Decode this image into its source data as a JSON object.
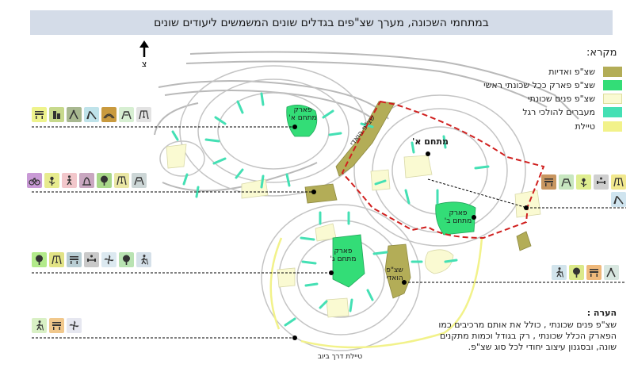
{
  "title": "במתחמי השכונה, מערך שצ\"פים בגדלים שונים המשמשים ליעודים שונים",
  "north_label": "צ",
  "legend": {
    "title": "מקרא:",
    "items": [
      {
        "label": "שצ\"פ ואדיות",
        "color": "#b3ad57"
      },
      {
        "label": "שצ\"פ פארק ככל שכונתי ראשי",
        "color": "#33dd77"
      },
      {
        "label": "שצ\"פ פנים שכונתי",
        "color": "#fafad2"
      },
      {
        "label": "מעברים להולכי רגל",
        "color": "#44e0b4"
      },
      {
        "label": "טיילת",
        "color": "#f2f28a"
      }
    ]
  },
  "map_labels": {
    "park_a": "פארק מתחם א'",
    "park_b": "פארק מתחם ב'",
    "park_c": "פארק מתחם ג'",
    "area_a": "מתחם א'",
    "wadi_1": "שצ\"פ הואדי",
    "wadi_2": "שצ\"פ הואדי",
    "promenade": "טיילת דרך ביוב"
  },
  "note": {
    "title": "הערה :",
    "text": "שצ\"פ פנים שכונתי , כולל את אותם מרכיבים כמו הפארק הכלל שכונתי , רק בגודל וכמות מתקנים שונה, ובסגנון עיצוב יחודי לכל סוג שצ\"פ."
  },
  "icon_rows": [
    {
      "name": "row-1",
      "icons": [
        {
          "kind": "bench-icon",
          "bg": "#eef38c"
        },
        {
          "kind": "building-icon",
          "bg": "#c7d98c"
        },
        {
          "kind": "sports-icon",
          "bg": "#a8b890"
        },
        {
          "kind": "slide-icon",
          "bg": "#bfe3ea"
        },
        {
          "kind": "amphitheater-icon",
          "bg": "#c99a3e"
        },
        {
          "kind": "playground-icon",
          "bg": "#d7efd2"
        },
        {
          "kind": "swing-icon",
          "bg": "#e3e3e3"
        }
      ]
    },
    {
      "name": "row-2",
      "icons": [
        {
          "kind": "bicycle-icon",
          "bg": "#c99ad6"
        },
        {
          "kind": "flower-icon",
          "bg": "#e7eb8e"
        },
        {
          "kind": "walker-icon",
          "bg": "#f2c7cb"
        },
        {
          "kind": "garden-icon",
          "bg": "#c9a7c0"
        },
        {
          "kind": "tree-icon",
          "bg": "#a9d88a"
        },
        {
          "kind": "swing-icon",
          "bg": "#e9e6a4"
        },
        {
          "kind": "playground-icon",
          "bg": "#ccd6d6"
        }
      ]
    },
    {
      "name": "row-3",
      "icons": [
        {
          "kind": "tree-icon",
          "bg": "#b2ea8a"
        },
        {
          "kind": "swing-icon",
          "bg": "#e1e385"
        },
        {
          "kind": "bench-icon",
          "bg": "#b9ced4"
        },
        {
          "kind": "gym-icon",
          "bg": "#c9c9c9"
        },
        {
          "kind": "fan-icon",
          "bg": "#dce9f0"
        },
        {
          "kind": "tree-icon",
          "bg": "#b9e3b2"
        },
        {
          "kind": "hiker-icon",
          "bg": "#d5e0e9"
        }
      ]
    },
    {
      "name": "row-4",
      "icons": [
        {
          "kind": "hiker-icon",
          "bg": "#d9f0c5"
        },
        {
          "kind": "bench-icon",
          "bg": "#f1c88c"
        },
        {
          "kind": "fan-icon",
          "bg": "#e6e7f0"
        }
      ]
    },
    {
      "name": "row-5",
      "icons": [
        {
          "kind": "bench-icon",
          "bg": "#c89660"
        },
        {
          "kind": "playground-icon",
          "bg": "#c8e7c0"
        },
        {
          "kind": "flower-icon",
          "bg": "#dfee90"
        },
        {
          "kind": "gym-icon",
          "bg": "#cfcfcf"
        },
        {
          "kind": "swing-icon",
          "bg": "#f1e88e"
        },
        {
          "kind": "slide-icon",
          "bg": "#cfe4ef"
        }
      ]
    },
    {
      "name": "row-6",
      "icons": [
        {
          "kind": "hiker-icon",
          "bg": "#d2e4ec"
        },
        {
          "kind": "tree-icon",
          "bg": "#dbe98a"
        },
        {
          "kind": "bench-icon",
          "bg": "#efb97b"
        },
        {
          "kind": "sports-icon",
          "bg": "#d8e7e0"
        }
      ]
    }
  ]
}
